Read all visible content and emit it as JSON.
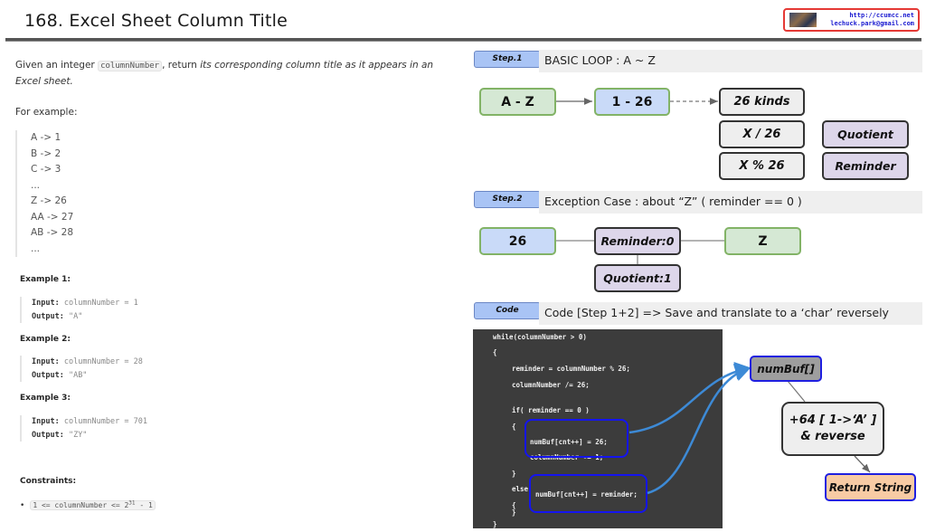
{
  "header": {
    "title": "168. Excel Sheet Column Title",
    "author_url": "http://ccumcc.net",
    "author_email": "lechuck.park@gmail.com"
  },
  "problem": {
    "desc_pre": "Given an integer ",
    "desc_code": "columnNumber",
    "desc_mid": ", return ",
    "desc_em": "its corresponding column title as it appears in an Excel sheet.",
    "for_example": "For example:",
    "mapping": [
      "A -> 1",
      "B -> 2",
      "C -> 3",
      "...",
      "Z -> 26",
      "AA -> 27",
      "AB -> 28",
      "..."
    ],
    "examples": [
      {
        "heading": "Example 1:",
        "input_label": "Input:",
        "input": "columnNumber = 1",
        "output_label": "Output:",
        "output": "\"A\""
      },
      {
        "heading": "Example 2:",
        "input_label": "Input:",
        "input": "columnNumber = 28",
        "output_label": "Output:",
        "output": "\"AB\""
      },
      {
        "heading": "Example 3:",
        "input_label": "Input:",
        "input": "columnNumber = 701",
        "output_label": "Output:",
        "output": "\"ZY\""
      }
    ],
    "constraints_heading": "Constraints:",
    "constraint_pre": "1 <= columnNumber <= 2",
    "constraint_sup": "31",
    "constraint_post": " - 1"
  },
  "diagram": {
    "step1": {
      "tag": "Step.1",
      "title": "BASIC LOOP : A ~ Z",
      "nodes": {
        "letters": "A - Z",
        "numbers": "1 - 26",
        "kinds": "26 kinds",
        "div": "X / 26",
        "mod": "X % 26",
        "quotient": "Quotient",
        "reminder": "Reminder"
      }
    },
    "step2": {
      "tag": "Step.2",
      "title": "Exception Case : about “Z” ( reminder == 0 )",
      "nodes": {
        "num": "26",
        "reminder": "Reminder:0",
        "letter": "Z",
        "quotient": "Quotient:1"
      }
    },
    "code": {
      "tag": "Code",
      "title": "Code [Step 1+2] => Save and translate to a ‘char’ reversely",
      "lines": [
        "while(columnNumber > 0)",
        "{",
        "reminder = columnNumber % 26;",
        "columnNumber /= 26;",
        "if( reminder == 0 )",
        "{",
        "numBuf[cnt++] = 26;",
        "columnNumber -= 1;",
        "}",
        "else",
        "{",
        "numBuf[cnt++] = reminder;",
        "}",
        "}"
      ],
      "nodes": {
        "buffer": "numBuf[]",
        "convert_line1": "+64 [ 1->‘A’ ]",
        "convert_line2": "& reverse",
        "result": "Return String"
      }
    }
  }
}
